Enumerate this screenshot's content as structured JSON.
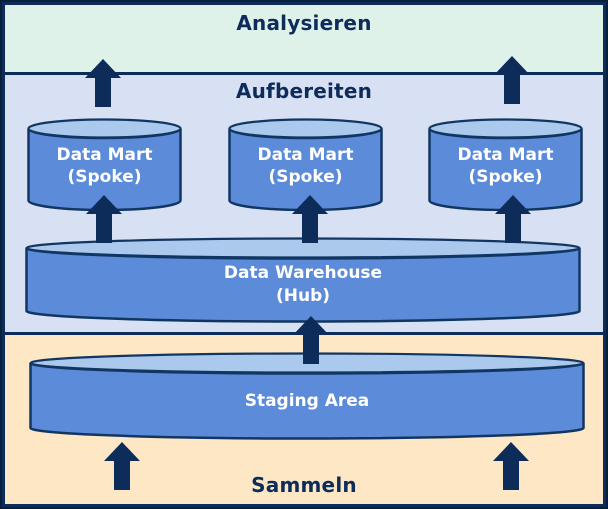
{
  "diagram": {
    "layers": {
      "analysieren": {
        "label": "Analysieren"
      },
      "aufbereiten": {
        "label": "Aufbereiten"
      },
      "sammeln": {
        "label": "Sammeln"
      }
    },
    "nodes": {
      "spokes": [
        {
          "line1": "Data Mart",
          "line2": "(Spoke)"
        },
        {
          "line1": "Data Mart",
          "line2": "(Spoke)"
        },
        {
          "line1": "Data Mart",
          "line2": "(Spoke)"
        }
      ],
      "hub": {
        "line1": "Data Warehouse",
        "line2": "(Hub)"
      },
      "staging": {
        "label": "Staging Area"
      }
    },
    "icons": {
      "flow_arrow": "up-block-arrow"
    },
    "colors": {
      "navy": "#0d2c5a",
      "layer_analysieren_bg": "#def2ea",
      "layer_aufbereiten_bg": "#d7e1f3",
      "layer_sammeln_bg": "#fde7c5",
      "cylinder_body": "#5c8bd9",
      "cylinder_top": "#abc8ed",
      "text_light": "#ffffff"
    }
  }
}
